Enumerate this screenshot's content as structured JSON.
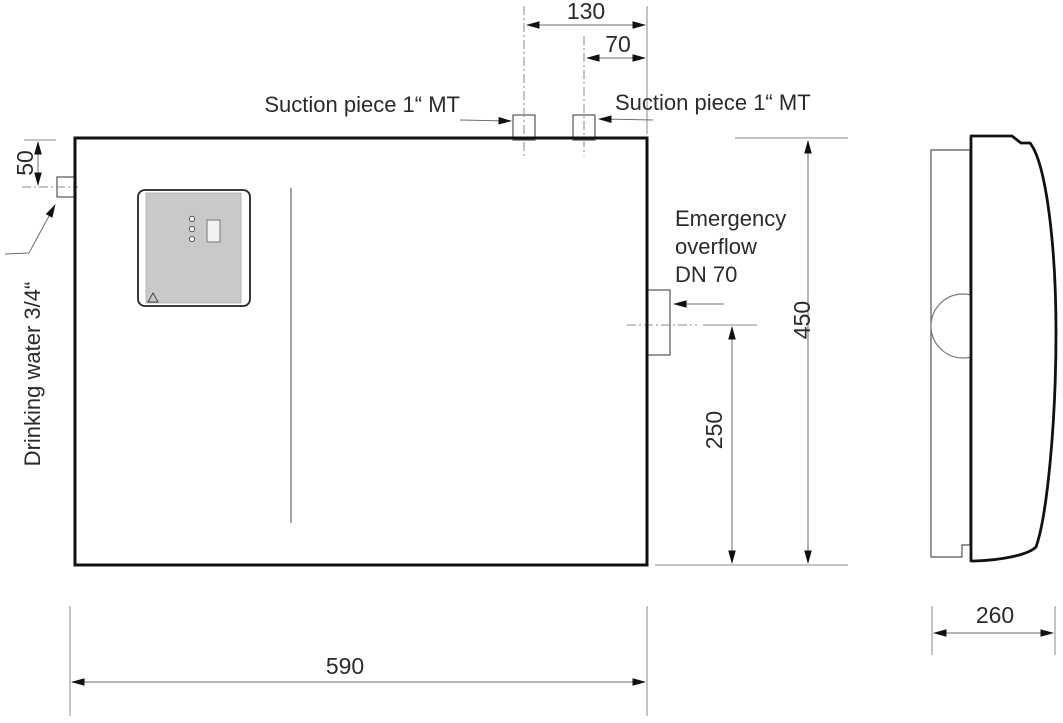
{
  "drawing": {
    "type": "technical-dimension-drawing",
    "views": {
      "front": "front view",
      "side": "side view"
    },
    "dimensions": {
      "d130": "130",
      "d70": "70",
      "d50": "50",
      "d450": "450",
      "d250": "250",
      "d590": "590",
      "d260": "260"
    },
    "labels": {
      "suction_left": "Suction piece 1“ MT",
      "suction_right": "Suction piece 1“ MT",
      "emergency_line1": "Emergency",
      "emergency_line2": "overflow",
      "emergency_line3": "DN 70",
      "drinking_water": "Drinking water 3/4“"
    },
    "colors": {
      "outline": "#111111",
      "dimension_line": "#6e6e6e",
      "text": "#2b2b2b",
      "panel_fill": "#c9c9c9"
    }
  }
}
